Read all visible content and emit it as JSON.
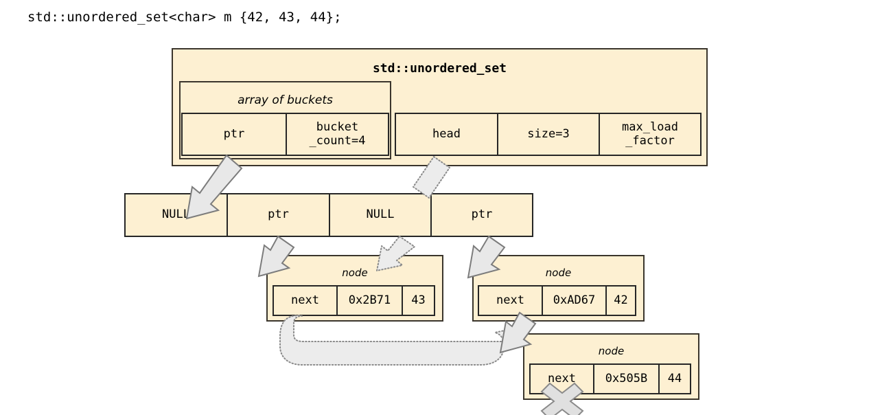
{
  "code": {
    "declaration": "std::unordered_set<char> m {42, 43, 44};"
  },
  "container": {
    "title": "std::unordered_set",
    "buckets_group": {
      "label": "array of buckets",
      "fields": [
        {
          "name": "ptr-field",
          "text": "ptr"
        },
        {
          "name": "bucket-count-field",
          "text": "bucket\n_count=4"
        }
      ]
    },
    "fields": [
      {
        "name": "head-field",
        "text": "head"
      },
      {
        "name": "size-field",
        "text": "size=3"
      },
      {
        "name": "max-load-factor-field",
        "text": "max_load\n_factor"
      }
    ]
  },
  "bucket_array": {
    "slots": [
      {
        "name": "bucket-slot-0",
        "text": "NULL"
      },
      {
        "name": "bucket-slot-1",
        "text": "ptr"
      },
      {
        "name": "bucket-slot-2",
        "text": "NULL"
      },
      {
        "name": "bucket-slot-3",
        "text": "ptr"
      }
    ]
  },
  "nodes": [
    {
      "name": "node-43",
      "label": "node",
      "cells": [
        {
          "name": "node-next-cell",
          "text": "next"
        },
        {
          "name": "node-address-cell",
          "text": "0x2B71"
        },
        {
          "name": "node-value-cell",
          "text": "43"
        }
      ]
    },
    {
      "name": "node-42",
      "label": "node",
      "cells": [
        {
          "name": "node-next-cell",
          "text": "next"
        },
        {
          "name": "node-address-cell",
          "text": "0xAD67"
        },
        {
          "name": "node-value-cell",
          "text": "42"
        }
      ]
    },
    {
      "name": "node-44",
      "label": "node",
      "cells": [
        {
          "name": "node-next-cell",
          "text": "next"
        },
        {
          "name": "node-address-cell",
          "text": "0x505B"
        },
        {
          "name": "node-value-cell",
          "text": "44"
        }
      ]
    }
  ],
  "colors": {
    "box_fill": "#fdf0d2",
    "box_border": "#3a352c",
    "cell_border": "#262626",
    "arrow_fill": "#e8e8e8",
    "arrow_stroke": "#7c7c7c",
    "background": "#ffffff",
    "text": "#000000"
  },
  "annotations": {
    "null_terminator": "x-mark"
  }
}
